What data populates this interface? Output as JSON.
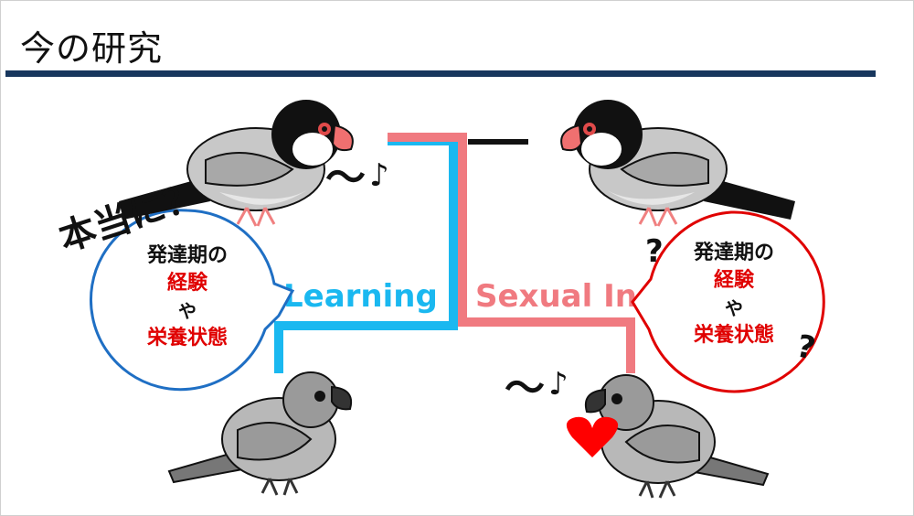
{
  "slide": {
    "title": "今の研究",
    "title_rule_color": "#17365d"
  },
  "labels": {
    "learning": "Learning",
    "learning_color": "#1ab8f0",
    "sexual": "Sexual In",
    "sexual_color": "#f07a80"
  },
  "left_bubble": {
    "line1": "発達期の",
    "line2": "経験",
    "line3": "や",
    "line4": "栄養状態",
    "border_color": "#1f6fc4"
  },
  "right_bubble": {
    "line1": "発達期の",
    "line2": "経験",
    "line3": "や",
    "line4": "栄養状態",
    "border_color": "#e00000"
  },
  "annotations": {
    "honto": "本当に？",
    "question_mark": "?",
    "tilde": "～",
    "music_note": "♪"
  },
  "icons": {
    "adult_bird_left": "java-sparrow-adult-icon",
    "adult_bird_right": "java-sparrow-adult-icon",
    "juvenile_bird_left": "java-sparrow-juvenile-icon",
    "juvenile_bird_right": "java-sparrow-juvenile-icon",
    "heart": "heart-icon",
    "heart_color": "#ff0000"
  }
}
